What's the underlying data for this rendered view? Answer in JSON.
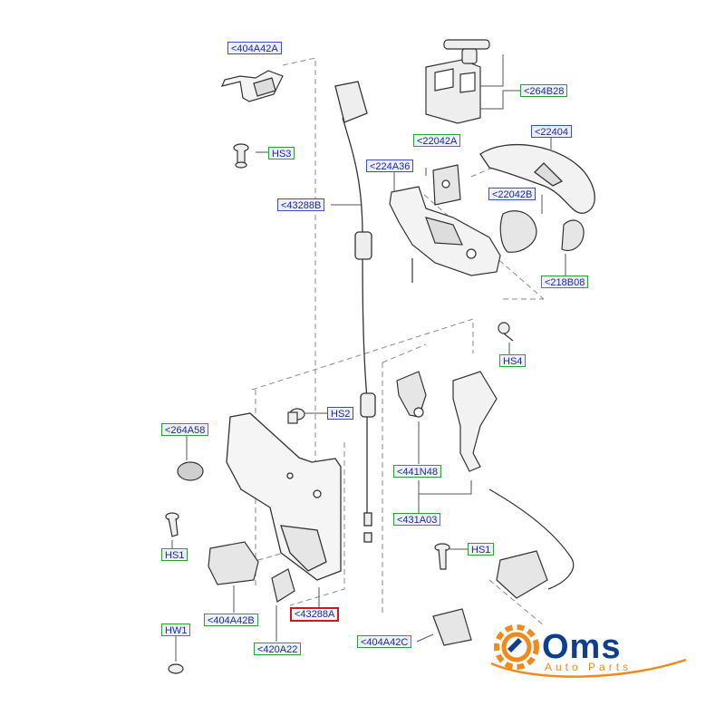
{
  "colors": {
    "callout_border": "#2aa330",
    "callout_border_alt": "#3a4fd0",
    "callout_text": "#1a2a9e",
    "highlight_border": "#d2161b",
    "logo_blue": "#0e3f8f",
    "logo_orange": "#f08a1c"
  },
  "callouts": {
    "c_404A42A": "<404A42A",
    "c_264B28": "<264B28",
    "c_HS3": "HS3",
    "c_22042A": "<22042A",
    "c_22404": "<22404",
    "c_224A36": "<224A36",
    "c_43288B": "<43288B",
    "c_22042B": "<22042B",
    "c_218B08": "<218B08",
    "c_HS4": "HS4",
    "c_HS2": "HS2",
    "c_264A58": "<264A58",
    "c_441N48": "<441N48",
    "c_431A03": "<431A03",
    "c_HS1_left": "HS1",
    "c_HS1_right": "HS1",
    "c_404A42B": "<404A42B",
    "c_43288A": "<43288A",
    "c_HW1": "HW1",
    "c_420A22": "<420A22",
    "c_404A42C": "<404A42C"
  },
  "logo": {
    "main": "Oms",
    "sub": "Auto Parts"
  }
}
